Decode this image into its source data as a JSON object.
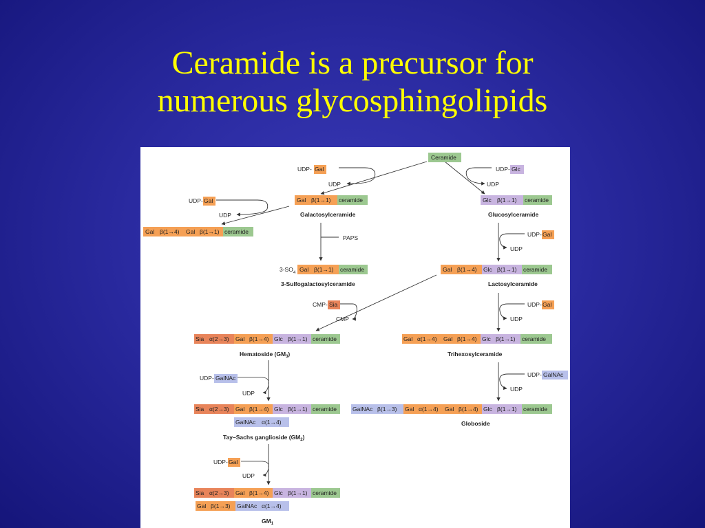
{
  "slide": {
    "title_line1": "Ceramide is a precursor for",
    "title_line2": "numerous glycosphingolipids"
  },
  "colors": {
    "gal": "#f5a055",
    "glc": "#c8b4e0",
    "ceramide": "#9cc890",
    "sia": "#e8845a",
    "galnac": "#b8c0ea",
    "arrow": "#333333"
  },
  "diagram": {
    "ceramide": "Ceramide",
    "udp_gal_left": [
      "UDP-",
      "Gal"
    ],
    "udp_left": "UDP",
    "udp_glc": [
      "UDP-",
      "Glc"
    ],
    "udp_right": "UDP",
    "galcer": [
      "Gal",
      "β(1→1)",
      "ceramide"
    ],
    "galcer_name": "Galactosylceramide",
    "glccer": [
      "Glc",
      "β(1→1)",
      "ceramide"
    ],
    "glccer_name": "Glucosylceramide",
    "udp_gal_far": [
      "UDP-",
      "Gal"
    ],
    "udp_far": "UDP",
    "galgalcer": [
      "Gal",
      "β(1→4)",
      "Gal",
      "β(1→1)",
      "ceramide"
    ],
    "paps": "PAPS",
    "udp_gal_lac": [
      "UDP-",
      "Gal"
    ],
    "udp_lac": "UDP",
    "sulfo": [
      "3-SO",
      "4",
      "Gal",
      "β(1→1)",
      "ceramide"
    ],
    "sulfo_name": "3-Sulfogalactosylceramide",
    "laccer": [
      "Gal",
      "β(1→4)",
      "Glc",
      "β(1→1)",
      "ceramide"
    ],
    "laccer_name": "Lactosylceramide",
    "cmp_sia": [
      "CMP-",
      "Sia"
    ],
    "cmp": "CMP",
    "udp_gal_tri": [
      "UDP-",
      "Gal"
    ],
    "udp_tri": "UDP",
    "gm3": [
      "Sia",
      "α(2→3)",
      "Gal",
      "β(1→4)",
      "Glc",
      "β(1→1)",
      "ceramide"
    ],
    "gm3_name": "Hematoside (GM",
    "gm3_sub": "3",
    "trihex": [
      "Gal",
      "α(1→4)",
      "Gal",
      "β(1→4)",
      "Glc",
      "β(1→1)",
      "ceramide"
    ],
    "trihex_name": "Trihexosylceramide",
    "udp_galnac_l": [
      "UDP-",
      "GalNAc"
    ],
    "udp_gm": "UDP",
    "udp_galnac_r": [
      "UDP-",
      "GalNAc"
    ],
    "udp_glob": "UDP",
    "gm2": [
      "Sia",
      "α(2→3)",
      "Gal",
      "β(1→4)",
      "Glc",
      "β(1→1)",
      "ceramide"
    ],
    "gm2_branch": [
      "GalNAc",
      "α(1→4)"
    ],
    "gm2_name": "Tay–Sachs ganglioside (GM",
    "gm2_sub": "2",
    "globoside": [
      "GalNAc",
      "β(1→3)",
      "Gal",
      "α(1→4)",
      "Gal",
      "β(1→4)",
      "Glc",
      "β(1→1)",
      "ceramide"
    ],
    "globoside_name": "Globoside",
    "udp_gal_gm1": [
      "UDP-",
      "Gal"
    ],
    "udp_gm1": "UDP",
    "gm1": [
      "Sia",
      "α(2→3)",
      "Gal",
      "β(1→4)",
      "Glc",
      "β(1→1)",
      "ceramide"
    ],
    "gm1_branch": [
      "Gal",
      "β(1→3)",
      "GalNAc",
      "α(1→4)"
    ],
    "gm1_name": "GM",
    "gm1_sub": "1"
  }
}
